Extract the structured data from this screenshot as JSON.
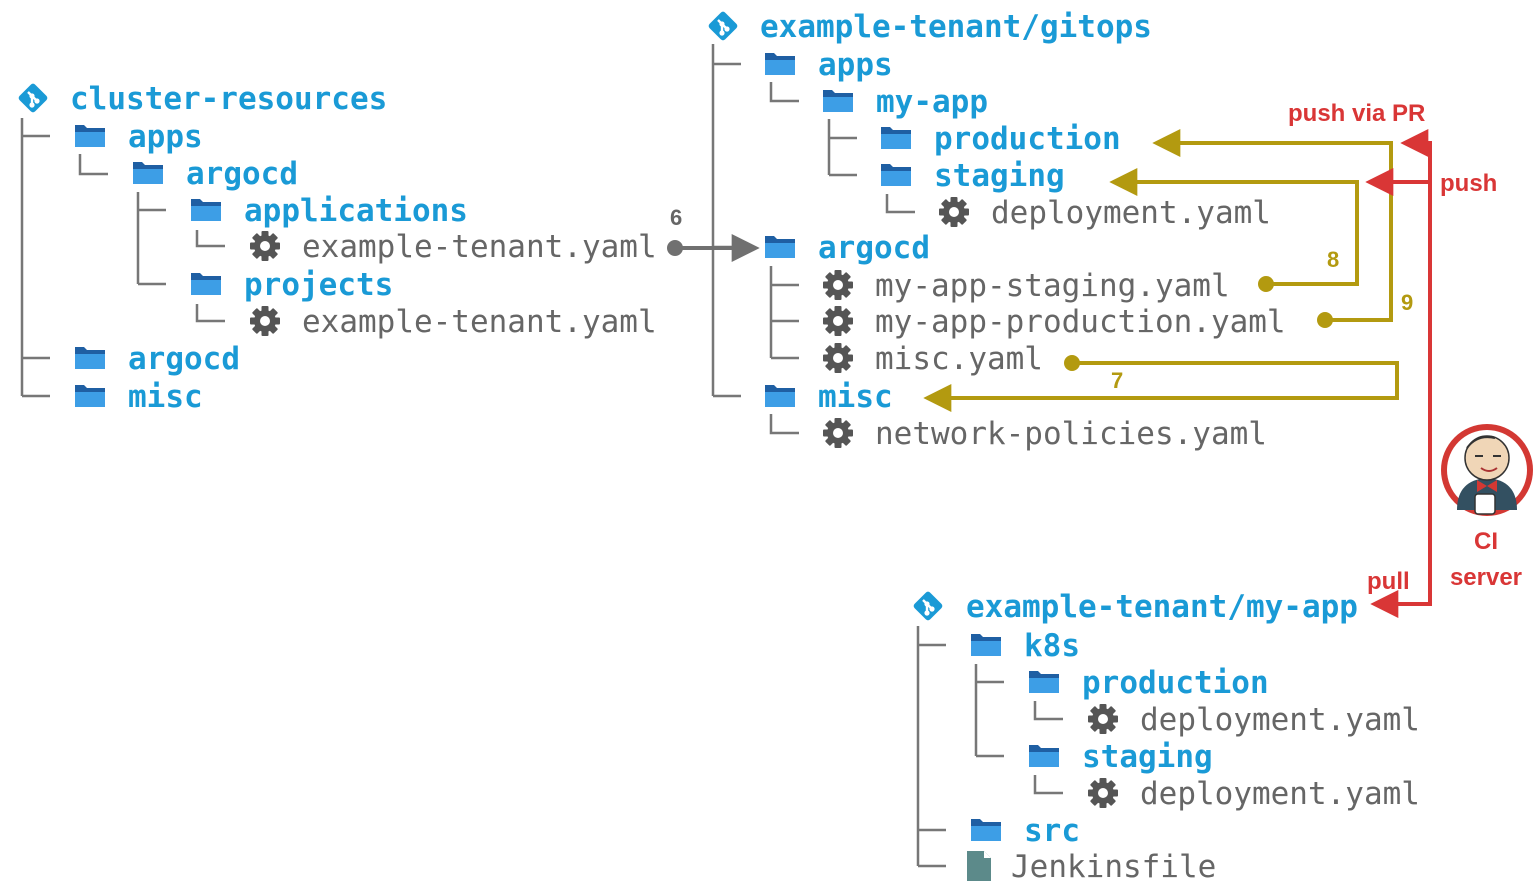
{
  "colors": {
    "repo_text": "#1a9ad6",
    "folder": "#2a8fd8",
    "file_text": "#666666",
    "gear": "#555555",
    "tree_line": "#777777",
    "arrow_grey": "#707070",
    "arrow_gold": "#b39a10",
    "arrow_red": "#d93636",
    "git_icon": "#1a9ad6"
  },
  "repos": {
    "cluster_resources": {
      "title": "cluster-resources",
      "apps": "apps",
      "apps_argocd": "argocd",
      "applications": "applications",
      "applications_file": "example-tenant.yaml",
      "projects": "projects",
      "projects_file": "example-tenant.yaml",
      "argocd": "argocd",
      "misc": "misc"
    },
    "gitops": {
      "title": "example-tenant/gitops",
      "apps": "apps",
      "my_app": "my-app",
      "production": "production",
      "staging": "staging",
      "staging_file": "deployment.yaml",
      "argocd": "argocd",
      "argocd_file_staging": "my-app-staging.yaml",
      "argocd_file_production": "my-app-production.yaml",
      "argocd_file_misc": "misc.yaml",
      "misc": "misc",
      "misc_file": "network-policies.yaml"
    },
    "my_app": {
      "title": "example-tenant/my-app",
      "k8s": "k8s",
      "production": "production",
      "production_file": "deployment.yaml",
      "staging": "staging",
      "staging_file": "deployment.yaml",
      "src": "src",
      "jenkinsfile": "Jenkinsfile"
    }
  },
  "labels": {
    "step_6": "6",
    "step_7": "7",
    "step_8": "8",
    "step_9": "9",
    "push_via_pr": "push via PR",
    "push": "push",
    "pull": "pull",
    "ci_line1": "CI",
    "ci_line2": "server"
  },
  "icons": {
    "repo": "git-icon",
    "folder": "folder-icon",
    "config": "gear-icon",
    "file": "file-icon",
    "ci": "jenkins-icon"
  }
}
